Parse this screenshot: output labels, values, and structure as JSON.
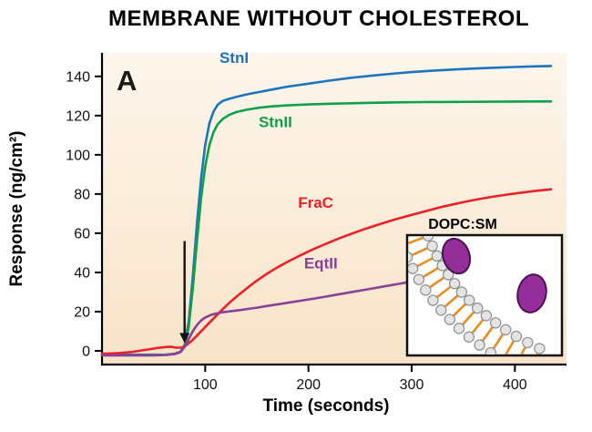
{
  "figure": {
    "title": "MEMBRANE WITHOUT CHOLESTEROL",
    "panel_label": "A"
  },
  "inset": {
    "title": "DOPC:SM",
    "colors": {
      "protein": "#952d9b",
      "protein_outline": "#4c1053",
      "lipid_tail": "#ef8a1f",
      "lipid_head": "#e4e4e4",
      "lipid_head_outline": "#8f8f8f"
    }
  },
  "chart_data": {
    "type": "line",
    "title": "MEMBRANE WITHOUT CHOLESTEROL",
    "xlabel": "Time (seconds)",
    "ylabel": "Response (ng/cm²)",
    "xlim": [
      0,
      450
    ],
    "ylim": [
      -7,
      152
    ],
    "x_ticks": [
      100,
      200,
      300,
      400
    ],
    "y_ticks": [
      0,
      20,
      40,
      60,
      80,
      100,
      120,
      140
    ],
    "grid": false,
    "legend_position": "in-plot labels",
    "background_gradient": [
      "#fdf6ec",
      "#f8e3c8"
    ],
    "axis_color": "#000000",
    "annotation_arrow": {
      "x": 80,
      "y_from": 56,
      "y_to": 4
    },
    "series": [
      {
        "name": "StnI",
        "color": "#1c75bc",
        "label": {
          "x": 128,
          "y": 147
        },
        "points": [
          [
            0,
            -2
          ],
          [
            25,
            -2
          ],
          [
            50,
            -2
          ],
          [
            62,
            -2
          ],
          [
            70,
            -1.5
          ],
          [
            76,
            -0.5
          ],
          [
            80,
            3
          ],
          [
            84,
            15
          ],
          [
            88,
            38
          ],
          [
            92,
            65
          ],
          [
            96,
            88
          ],
          [
            100,
            105
          ],
          [
            104,
            116
          ],
          [
            108,
            122
          ],
          [
            112,
            125.5
          ],
          [
            117,
            127.5
          ],
          [
            123,
            128.5
          ],
          [
            130,
            129.5
          ],
          [
            140,
            130.8
          ],
          [
            152,
            132
          ],
          [
            165,
            133.3
          ],
          [
            180,
            134.8
          ],
          [
            200,
            136.3
          ],
          [
            220,
            137.8
          ],
          [
            240,
            139.2
          ],
          [
            260,
            140.3
          ],
          [
            280,
            141.3
          ],
          [
            300,
            142.2
          ],
          [
            320,
            142.9
          ],
          [
            340,
            143.5
          ],
          [
            360,
            144
          ],
          [
            380,
            144.4
          ],
          [
            400,
            144.8
          ],
          [
            420,
            145.1
          ],
          [
            435,
            145.3
          ]
        ]
      },
      {
        "name": "StnII",
        "color": "#0fa04a",
        "label": {
          "x": 168,
          "y": 114
        },
        "points": [
          [
            0,
            -2.2
          ],
          [
            25,
            -2.2
          ],
          [
            50,
            -2.2
          ],
          [
            62,
            -2
          ],
          [
            70,
            -1.6
          ],
          [
            76,
            -0.6
          ],
          [
            80,
            2.5
          ],
          [
            84,
            12
          ],
          [
            88,
            32
          ],
          [
            92,
            56
          ],
          [
            96,
            78
          ],
          [
            100,
            94
          ],
          [
            104,
            105
          ],
          [
            108,
            111.5
          ],
          [
            112,
            115.5
          ],
          [
            117,
            118.3
          ],
          [
            123,
            120.3
          ],
          [
            130,
            121.8
          ],
          [
            140,
            123
          ],
          [
            152,
            124
          ],
          [
            165,
            124.7
          ],
          [
            180,
            125.2
          ],
          [
            200,
            125.7
          ],
          [
            225,
            126.1
          ],
          [
            250,
            126.4
          ],
          [
            280,
            126.7
          ],
          [
            310,
            126.9
          ],
          [
            340,
            127
          ],
          [
            380,
            127.1
          ],
          [
            420,
            127.2
          ],
          [
            435,
            127.2
          ]
        ]
      },
      {
        "name": "FraC",
        "color": "#ec2127",
        "label": {
          "x": 207,
          "y": 73
        },
        "points": [
          [
            0,
            -1.5
          ],
          [
            15,
            -1.2
          ],
          [
            30,
            -0.5
          ],
          [
            42,
            0.5
          ],
          [
            52,
            1.3
          ],
          [
            60,
            1.9
          ],
          [
            66,
            2.1
          ],
          [
            72,
            1.6
          ],
          [
            77,
            1.6
          ],
          [
            82,
            3
          ],
          [
            87,
            5.2
          ],
          [
            92,
            7.8
          ],
          [
            97,
            10.5
          ],
          [
            103,
            13.8
          ],
          [
            109,
            17
          ],
          [
            116,
            20.8
          ],
          [
            124,
            24.8
          ],
          [
            132,
            28.4
          ],
          [
            141,
            32.2
          ],
          [
            150,
            35.8
          ],
          [
            160,
            39.4
          ],
          [
            170,
            42.6
          ],
          [
            180,
            45.5
          ],
          [
            191,
            48.4
          ],
          [
            202,
            51.2
          ],
          [
            215,
            54.2
          ],
          [
            228,
            57
          ],
          [
            242,
            59.8
          ],
          [
            256,
            62.4
          ],
          [
            270,
            64.8
          ],
          [
            285,
            67.2
          ],
          [
            300,
            69.4
          ],
          [
            315,
            71.5
          ],
          [
            330,
            73.5
          ],
          [
            345,
            75.3
          ],
          [
            360,
            76.9
          ],
          [
            375,
            78.3
          ],
          [
            390,
            79.5
          ],
          [
            405,
            80.6
          ],
          [
            420,
            81.6
          ],
          [
            435,
            82.4
          ]
        ]
      },
      {
        "name": "EqtII",
        "color": "#8a3f98",
        "label": {
          "x": 212,
          "y": 42
        },
        "points": [
          [
            0,
            -2.3
          ],
          [
            25,
            -2.3
          ],
          [
            50,
            -2.3
          ],
          [
            62,
            -2.1
          ],
          [
            70,
            -1.7
          ],
          [
            76,
            -0.7
          ],
          [
            80,
            2
          ],
          [
            84,
            6
          ],
          [
            88,
            10
          ],
          [
            92,
            13.2
          ],
          [
            96,
            15.5
          ],
          [
            100,
            17
          ],
          [
            105,
            18.2
          ],
          [
            110,
            19
          ],
          [
            118,
            19.8
          ],
          [
            126,
            20.3
          ],
          [
            134,
            20.8
          ],
          [
            142,
            21.4
          ],
          [
            150,
            22
          ],
          [
            160,
            22.9
          ],
          [
            171,
            23.8
          ],
          [
            182,
            24.7
          ],
          [
            193,
            25.6
          ],
          [
            204,
            26.5
          ],
          [
            216,
            27.6
          ],
          [
            228,
            28.7
          ],
          [
            240,
            29.8
          ],
          [
            252,
            30.9
          ],
          [
            264,
            32
          ],
          [
            276,
            33.1
          ],
          [
            288,
            34.2
          ],
          [
            300,
            35.4
          ],
          [
            313,
            36.8
          ],
          [
            326,
            38.2
          ],
          [
            339,
            39.7
          ],
          [
            352,
            41.2
          ],
          [
            365,
            42.8
          ],
          [
            378,
            44.3
          ],
          [
            391,
            45.8
          ],
          [
            404,
            47.2
          ],
          [
            417,
            48.4
          ],
          [
            430,
            49.4
          ],
          [
            435,
            49.8
          ]
        ]
      }
    ]
  }
}
